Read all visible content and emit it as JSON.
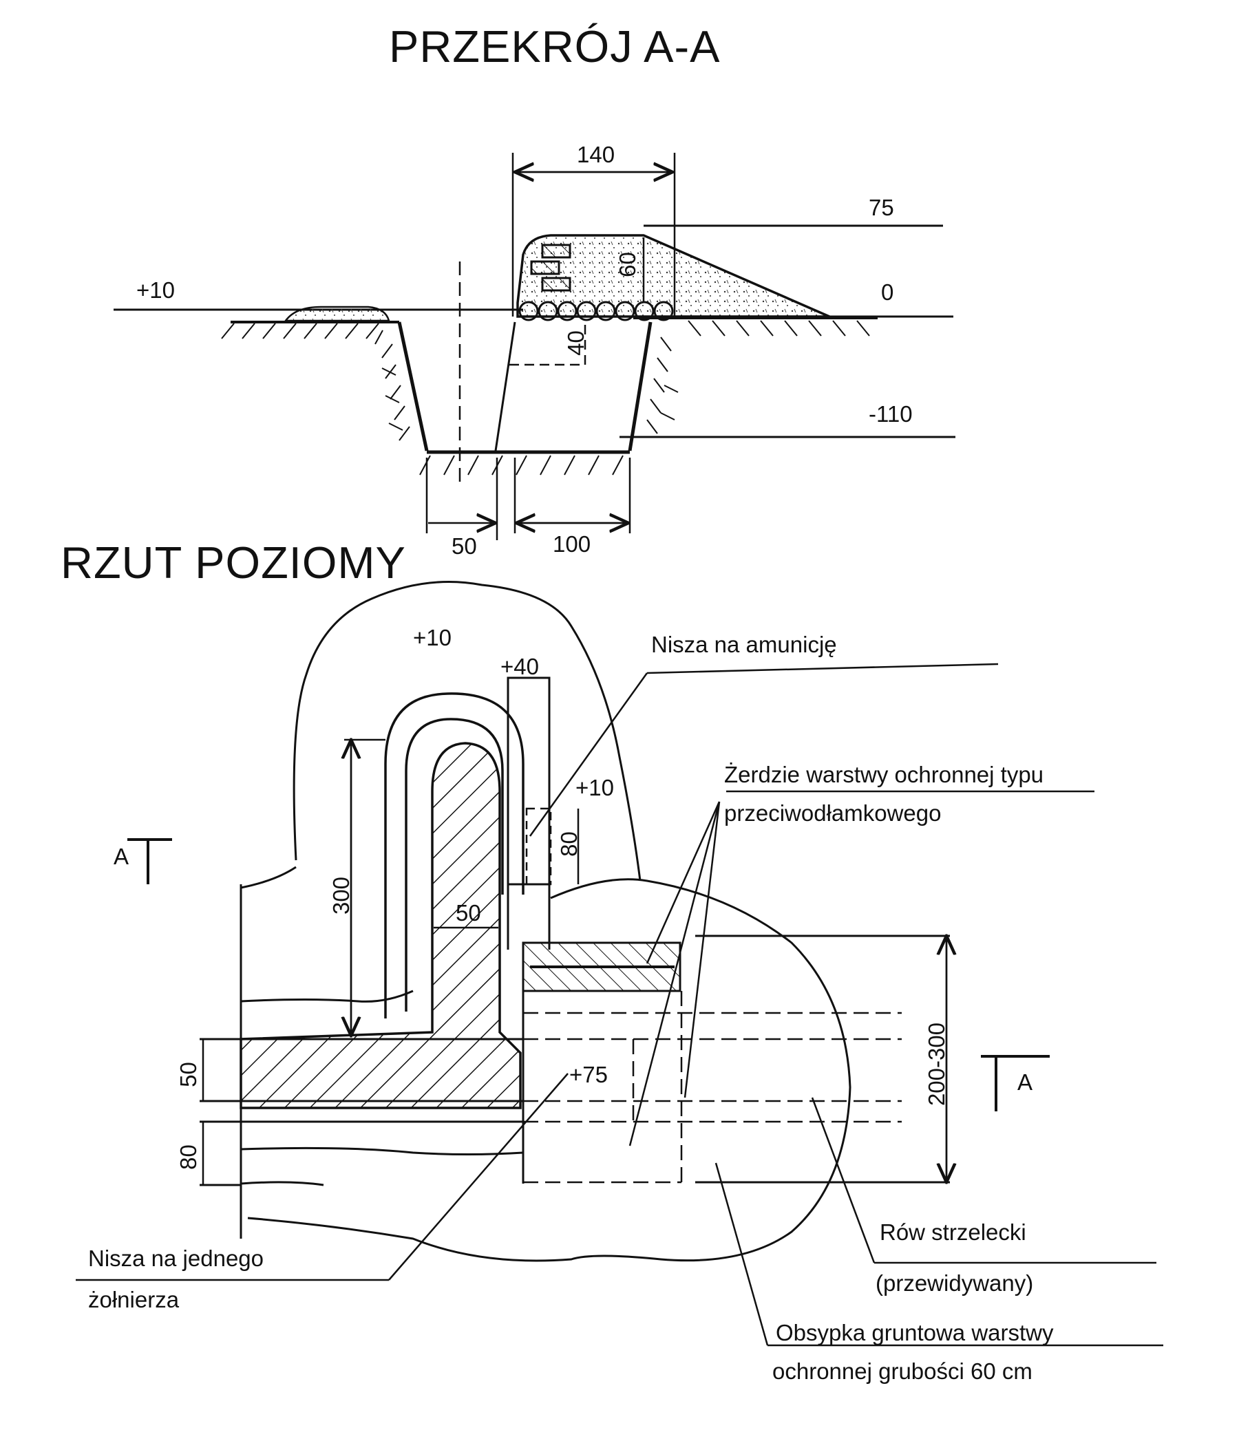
{
  "section": {
    "title": "PRZEKRÓJ  A-A",
    "dimensions": {
      "top_width": "140",
      "height": "60",
      "depth": "40",
      "bottom_left": "50",
      "bottom_right": "100"
    },
    "levels": {
      "left_ground": "+10",
      "parapet_top": "75",
      "ground_zero": "0",
      "trench_bottom": "-110"
    }
  },
  "plan": {
    "title": "RZUT POZIOMY",
    "levels": {
      "mound": "+10",
      "ammo_niche_top": "+40",
      "ammo_niche_floor": "+10",
      "cover": "+75"
    },
    "dimensions": {
      "length_300": "300",
      "wall_50": "50",
      "niche_80": "80",
      "side_50": "50",
      "side_80": "80",
      "range": "200-300"
    },
    "section_marks": {
      "left": "A",
      "right": "A"
    },
    "callouts": {
      "ammo_niche": "Nisza na amunicję",
      "poles_line1": "Żerdzie warstwy ochronnej typu",
      "poles_line2": "przeciwodłamkowego",
      "soldier_niche_line1": "Nisza na jednego",
      "soldier_niche_line2": "żołnierza",
      "trench_line1": "Rów strzelecki",
      "trench_line2": "(przewidywany)",
      "soil_cover_line1": "Obsypka gruntowa warstwy",
      "soil_cover_line2": "ochronnej grubości 60 cm"
    }
  }
}
